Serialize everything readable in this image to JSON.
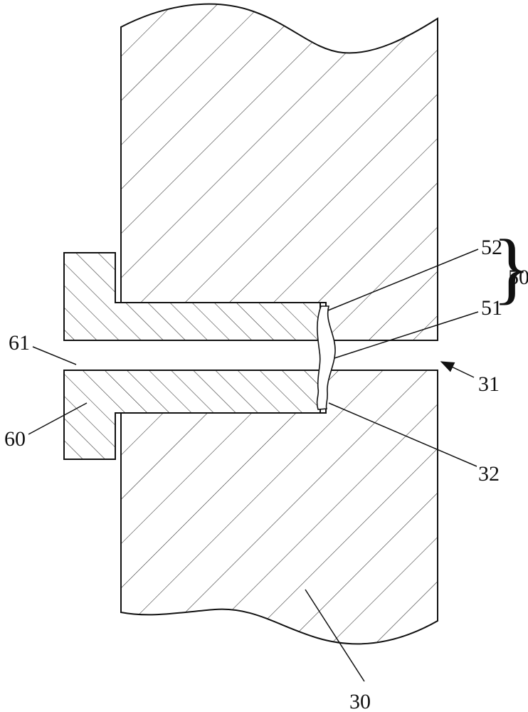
{
  "figure": {
    "background": "#ffffff",
    "line_color": "#111111",
    "labels": {
      "ref52": "52",
      "ref50": "50",
      "ref51": "51",
      "ref61": "61",
      "ref31": "31",
      "ref60": "60",
      "ref32": "32",
      "ref30": "30",
      "brace": "}"
    }
  }
}
